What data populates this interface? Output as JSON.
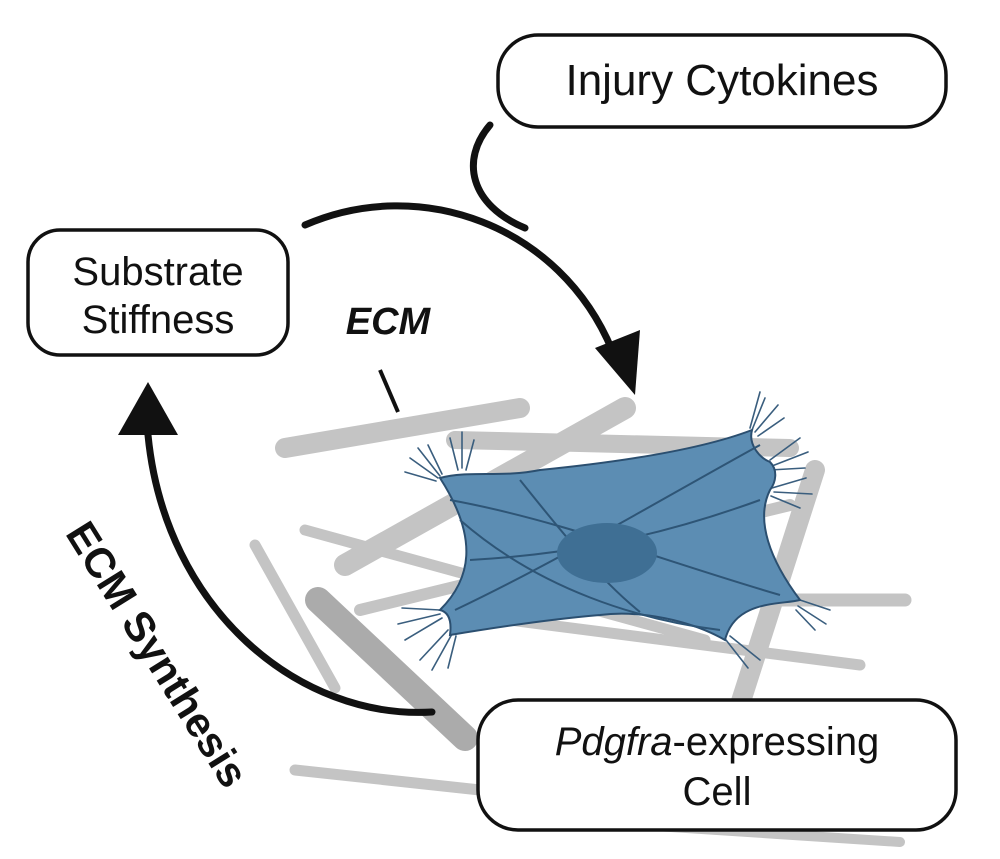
{
  "nodes": {
    "injury": {
      "label": "Injury Cytokines"
    },
    "substrate": {
      "line1": "Substrate",
      "line2": "Stiffness"
    },
    "cell": {
      "line1_italic": "Pdgfra",
      "line1_rest": "-expressing",
      "line2": "Cell"
    }
  },
  "labels": {
    "ecm": "ECM",
    "ecm_synthesis": "ECM Synthesis"
  },
  "colors": {
    "cell_fill": "#5c8db3",
    "cell_outline": "#2b4f70",
    "fiber": "#c4c4c4",
    "arrow": "#111111"
  }
}
